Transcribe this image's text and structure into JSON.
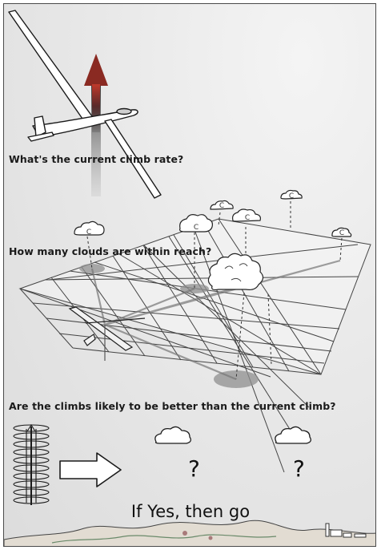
{
  "captions": {
    "climb_rate": "What's the current climb rate?",
    "clouds_reach": "How many clouds are within reach?",
    "better_climbs": "Are the climbs likely to be better than the current climb?"
  },
  "question_marks": [
    "?",
    "?"
  ],
  "conclusion": "If Yes, then go",
  "cloud_glyph": "C",
  "colors": {
    "ink": "#1a1a1a",
    "grid": "#444444",
    "arrow_top": "#c0392b",
    "arrow_bottom": "#2c2c2c",
    "shadow": "#8f8f8f"
  },
  "icons": [
    "glider-icon",
    "thermal-arrow-icon",
    "cloud-icon",
    "thermal-column-icon",
    "right-arrow-icon",
    "landscape-icon"
  ]
}
